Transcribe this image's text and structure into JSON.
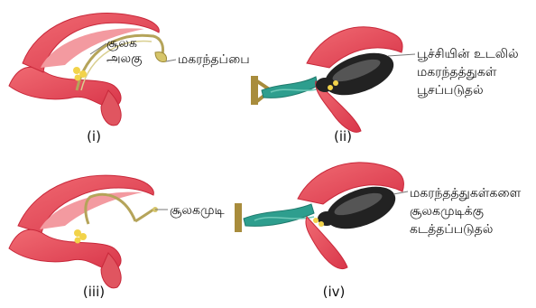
{
  "panels": [
    {
      "caption": "(i)",
      "labels": [
        "சூலக\nஅலகு",
        "மகரந்தப்பை"
      ]
    },
    {
      "caption": "(ii)",
      "labels": [
        "பூச்சியின் உடலில்\nமகரந்தத்துகள்\nபூசப்படுதல்"
      ]
    },
    {
      "caption": "(iii)",
      "labels": [
        "சூலகமுடி"
      ]
    },
    {
      "caption": "(iv)",
      "labels": [
        "மகரந்தத்துகள்களை\nசூலகமுடிக்கு\nகடத்தப்படுதல்"
      ]
    }
  ],
  "colors": {
    "petal": "#e8505b",
    "petal_dark": "#c8283a",
    "stamen": "#b5a45a",
    "pollen": "#f2d34a",
    "sepal": "#2e9e8e",
    "stem": "#a88c3c",
    "insect": "#222222"
  }
}
